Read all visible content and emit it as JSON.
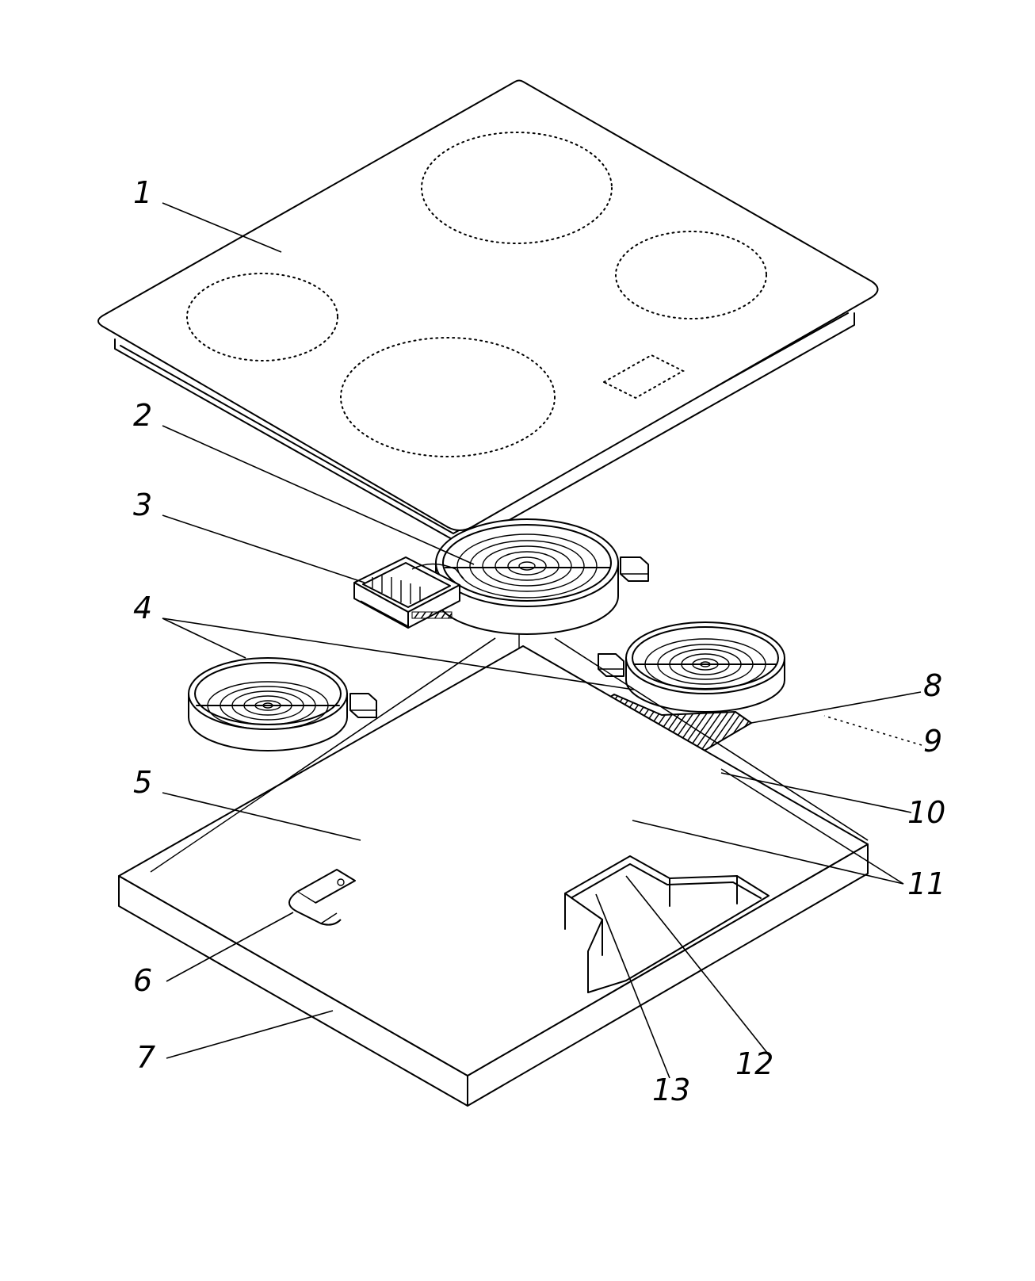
{
  "labels": {
    "n1": "1",
    "n2": "2",
    "n3": "3",
    "n4": "4",
    "n5": "5",
    "n6": "6",
    "n7": "7",
    "n8": "8",
    "n9": "9",
    "n10": "10",
    "n11": "11",
    "n12": "12",
    "n13": "13"
  },
  "colors": {
    "line": "#000000",
    "background": "#ffffff"
  }
}
